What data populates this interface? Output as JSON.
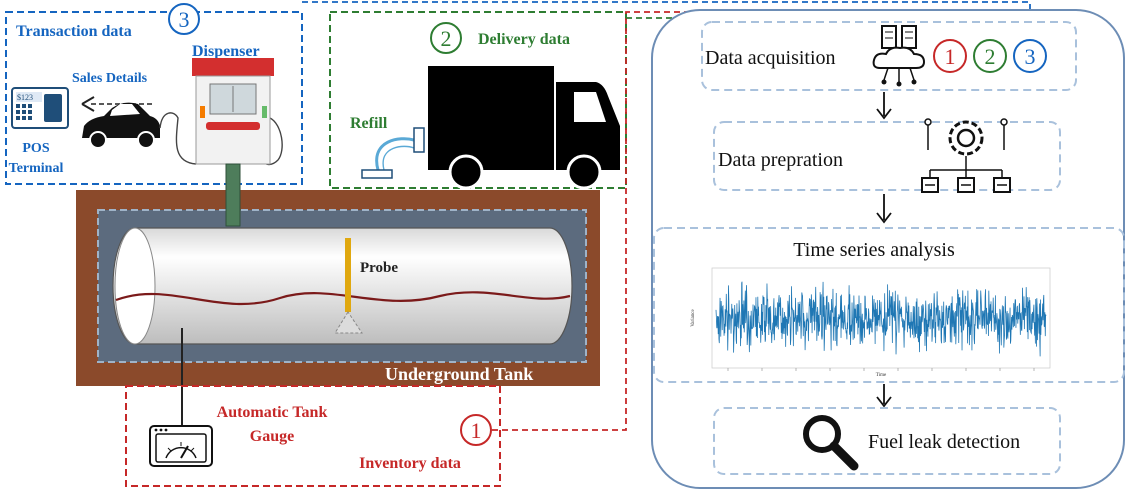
{
  "colors": {
    "transaction": "#1565c0",
    "delivery": "#2e7d32",
    "inventory": "#c62828",
    "soil": "#8b4a2b",
    "vault": "#5c6b7e",
    "pipeline_border": "#6d8db5",
    "series": "#1f77b4"
  },
  "transaction": {
    "title": "Transaction data",
    "number": "3",
    "dispenser": "Dispenser",
    "sales_details": "Sales Details",
    "pos_line1": "POS",
    "pos_line2": "Terminal",
    "pos_screen": "$123"
  },
  "delivery": {
    "number": "2",
    "title": "Delivery data",
    "refill": "Refill"
  },
  "tank": {
    "probe": "Probe",
    "underground": "Underground Tank"
  },
  "inventory": {
    "number": "1",
    "atg_line1": "Automatic Tank",
    "atg_line2": "Gauge",
    "title": "Inventory data"
  },
  "pipeline": {
    "acquisition": "Data acquisition",
    "badges": [
      "1",
      "2",
      "3"
    ],
    "preparation": "Data prepration",
    "timeseries": "Time series analysis",
    "detection": "Fuel leak detection"
  },
  "chart_data": {
    "type": "line",
    "title": "Time series analysis",
    "xlabel": "Time",
    "ylabel": "Variance",
    "series": [
      {
        "description": "dense high-frequency noise, amplitude roughly symmetric around 0"
      }
    ]
  }
}
